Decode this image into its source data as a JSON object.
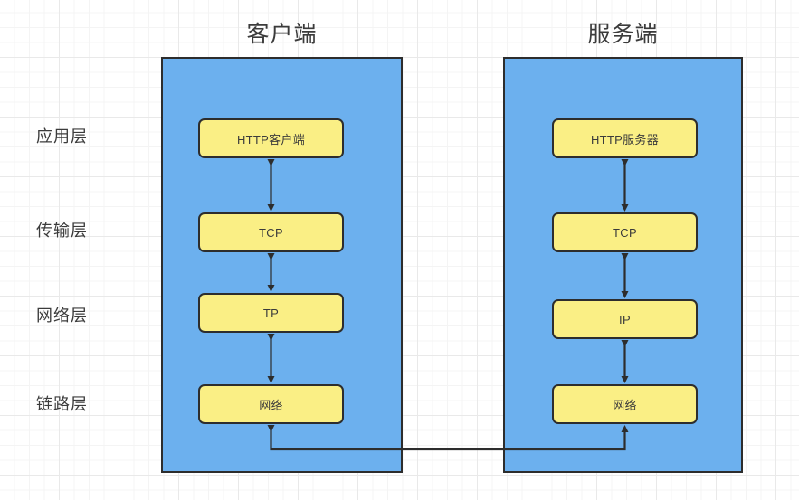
{
  "diagram": {
    "title_client": "客户端",
    "title_server": "服务端",
    "colors": {
      "zone_fill": "#6CB0EE",
      "node_fill": "#FAEF85",
      "stroke": "#2d2d2d",
      "text": "#3b3b3b",
      "grid_minor": "#f4f4f4",
      "grid_major": "#e9e9e9",
      "page_background": "#ffffff"
    },
    "layer_labels": [
      {
        "name": "application-layer",
        "label": "应用层"
      },
      {
        "name": "transport-layer",
        "label": "传输层"
      },
      {
        "name": "network-layer",
        "label": "网络层"
      },
      {
        "name": "link-layer",
        "label": "链路层"
      }
    ],
    "client_nodes": [
      {
        "name": "client-http",
        "label": "HTTP客户端"
      },
      {
        "name": "client-tcp",
        "label": "TCP"
      },
      {
        "name": "client-ip",
        "label": "TP"
      },
      {
        "name": "client-network",
        "label": "网络"
      }
    ],
    "server_nodes": [
      {
        "name": "server-http",
        "label": "HTTP服务器"
      },
      {
        "name": "server-tcp",
        "label": "TCP"
      },
      {
        "name": "server-ip",
        "label": "IP"
      },
      {
        "name": "server-network",
        "label": "网络"
      }
    ],
    "connections": {
      "vertical_arrow_style": "double-headed",
      "bottom_link": "physical-link-between-network-layers"
    }
  }
}
